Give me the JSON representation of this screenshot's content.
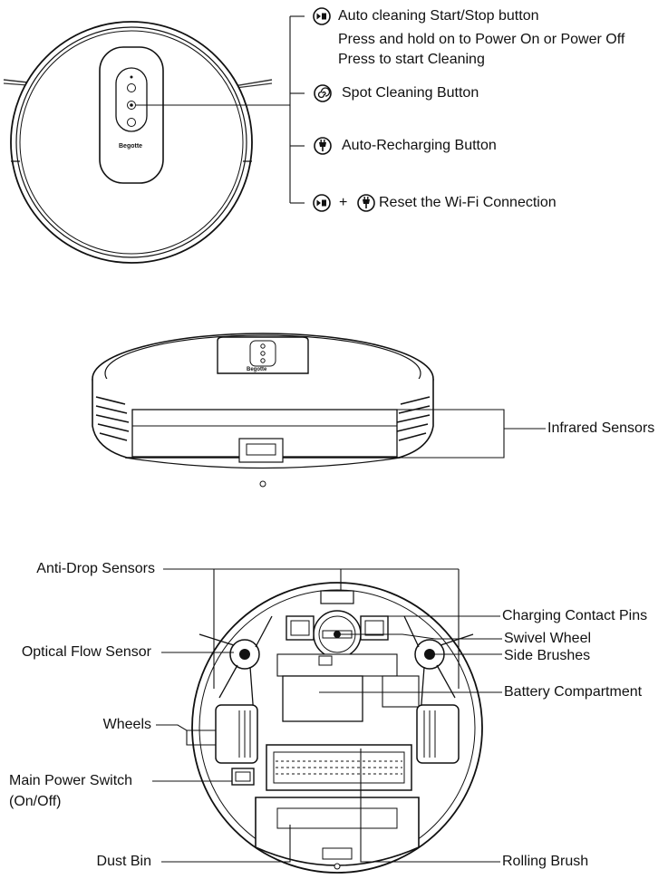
{
  "top_view": {
    "logo": "Begotte",
    "callouts": [
      {
        "id": "start",
        "title": "Auto cleaning Start/Stop button",
        "lines": [
          "Press and hold on to Power On or Power Off",
          "Press to start Cleaning"
        ],
        "icon": "play-pause-icon"
      },
      {
        "id": "spot",
        "title": "Spot Cleaning Button",
        "icon": "spiral-icon"
      },
      {
        "id": "recharge",
        "title": "Auto-Recharging Button",
        "icon": "plug-icon"
      },
      {
        "id": "reset",
        "title": "Reset the Wi-Fi Connection",
        "plus": "+",
        "icons": [
          "play-pause-icon",
          "plug-icon"
        ]
      }
    ]
  },
  "side_view": {
    "logo": "Begotte",
    "label": "Infrared Sensors"
  },
  "bottom_view": {
    "left_labels": {
      "anti_drop": "Anti-Drop Sensors",
      "optical_flow": "Optical Flow Sensor",
      "wheels": "Wheels",
      "power_switch_1": "Main Power Switch",
      "power_switch_2": "(On/Off)",
      "dust_bin": "Dust Bin"
    },
    "right_labels": {
      "charging_pins": "Charging Contact Pins",
      "swivel_wheel": "Swivel Wheel",
      "side_brushes": "Side Brushes",
      "battery": "Battery Compartment",
      "rolling_brush": "Rolling Brush"
    }
  }
}
